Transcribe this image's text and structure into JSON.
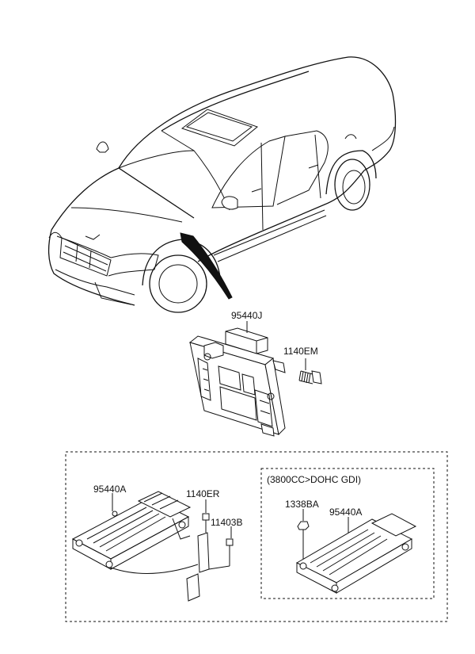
{
  "labels": {
    "ecu_main": "95440J",
    "bolt_main": "1140EM",
    "ecu_left": "95440A",
    "bolt_left": "1140ER",
    "bracket_left": "11403B",
    "variant_title": "(3800CC>DOHC GDI)",
    "nut_right": "1338BA",
    "ecu_right": "95440A"
  }
}
